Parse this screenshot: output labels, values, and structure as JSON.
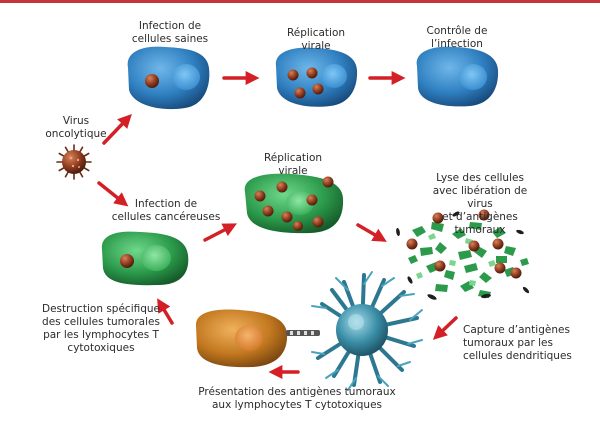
{
  "labels": {
    "virus": "Virus\noncolytique",
    "infection_saines": "Infection de\ncellules saines",
    "replication_haut": "Réplication\nvirale",
    "controle": "Contrôle de\nl’infection",
    "infection_cancer": "Infection de\ncellules cancéreuses",
    "replication_bas": "Réplication\nvirale",
    "lyse": "Lyse des cellules\navec libération de virus\net d’antigènes tumoraux",
    "destruction": "Destruction spécifique\ndes cellules tumorales\npar les lymphocytes T\ncytotoxiques",
    "capture": "Capture d’antigènes\ntumoraux par les\ncellules dendritiques",
    "presentation": "Présentation des antigènes tumoraux\naux lymphocytes T cytotoxiques"
  },
  "colors": {
    "healthy_cell": "#2f7fc0",
    "cancer_cell": "#2c9a4b",
    "tcell": "#c2781f",
    "dendritic": "#3b8fa8",
    "virus": "#8e3b1f",
    "arrow": "#d41f26",
    "top_border": "#c4343a",
    "debris": "#1f1f1f"
  }
}
